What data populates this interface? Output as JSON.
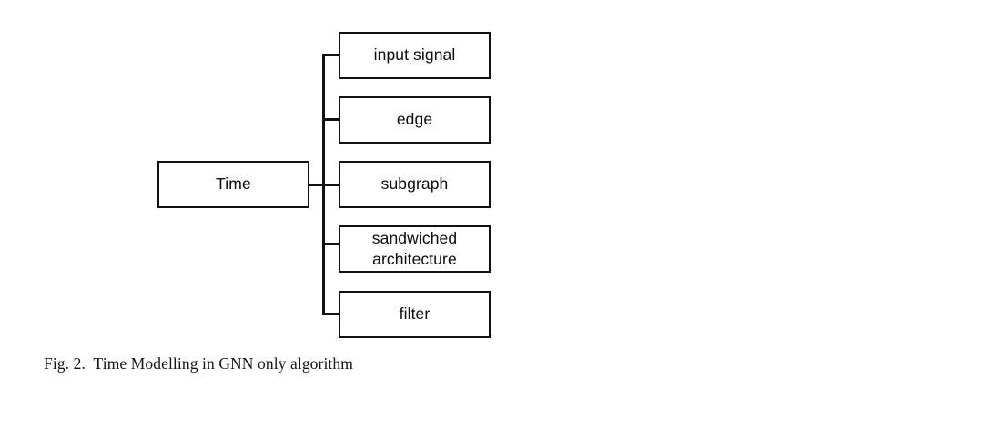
{
  "figure": {
    "type": "tree-diagram",
    "orientation": "left-to-right",
    "background_color": "#ffffff",
    "line_color": "#111111",
    "text_color": "#0c0c0c",
    "root": {
      "id": "time",
      "label": "Time"
    },
    "children": [
      {
        "id": "input-signal",
        "label": "input signal"
      },
      {
        "id": "edge",
        "label": "edge"
      },
      {
        "id": "subgraph",
        "label": "subgraph"
      },
      {
        "id": "sandwiched-architecture",
        "label": "sandwiched\narchitecture"
      },
      {
        "id": "filter",
        "label": "filter"
      }
    ],
    "caption": "Fig. 2.  Time Modelling in GNN only algorithm"
  }
}
